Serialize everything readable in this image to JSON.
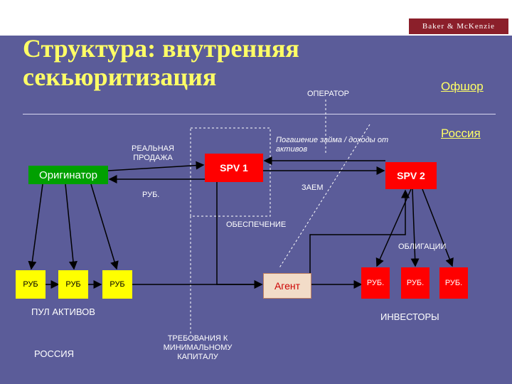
{
  "header": {
    "logo": "Baker & McKenzie"
  },
  "title": {
    "line1": "Структура: внутренняя",
    "line2": "секьюритизация"
  },
  "regions": {
    "offshore": "Офшор",
    "russia_top": "Россия",
    "russia_bottom": "РОССИЯ"
  },
  "labels": {
    "operator": "ОПЕРАТОР",
    "real_sale": "РЕАЛЬНАЯ ПРОДАЖА",
    "repayment": "Погашение займа /  доходы от активов",
    "loan": "ЗАЕМ",
    "rub": "РУБ.",
    "collateral": "ОБЕСПЕЧЕНИЕ",
    "bonds": "ОБЛИГАЦИИ",
    "asset_pool": "ПУЛ АКТИВОВ",
    "investors": "ИНВЕСТОРЫ",
    "capital_req": "ТРЕБОВАНИЯ К МИНИМАЛЬНОМУ КАПИТАЛУ"
  },
  "nodes": {
    "originator": "Оригинатор",
    "spv1": "SPV 1",
    "spv2": "SPV 2",
    "agent": "Агент"
  },
  "assets": [
    "РУБ",
    "РУБ",
    "РУБ"
  ],
  "investors": [
    "РУБ.",
    "РУБ.",
    "РУБ."
  ],
  "colors": {
    "background": "#5b5c99",
    "title": "#ffff66",
    "originator": "#00a000",
    "spv": "#ff0000",
    "asset": "#ffff00"
  }
}
